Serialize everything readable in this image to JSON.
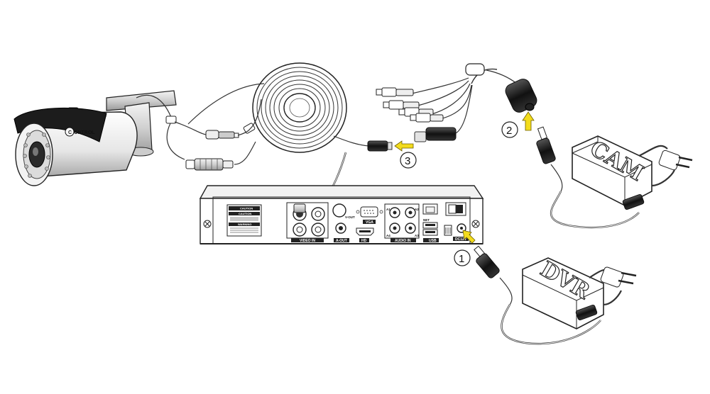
{
  "camera": {
    "brand": "ONTROL"
  },
  "dvr": {
    "sticker": [
      "CAUTION",
      "CAUTION",
      "WARNING"
    ],
    "labels": {
      "video_in": "VIDEO IN",
      "v_out": "V-OUT",
      "vga": "VGA",
      "a_out": "A-OUT",
      "hd": "HD",
      "audio_in": "AUDIO IN",
      "net": "NET",
      "usb": "USB",
      "dc12v": "DC12V",
      "a1": "A1",
      "a2": "A2",
      "a3": "A3",
      "a4": "A4"
    }
  },
  "adapters": {
    "cam": "CAM",
    "dvr": "DVR"
  },
  "steps": [
    "1",
    "2",
    "3"
  ],
  "colors": {
    "arrow": "#f3dc1c",
    "outline": "#222222",
    "body": "#ffffff"
  }
}
